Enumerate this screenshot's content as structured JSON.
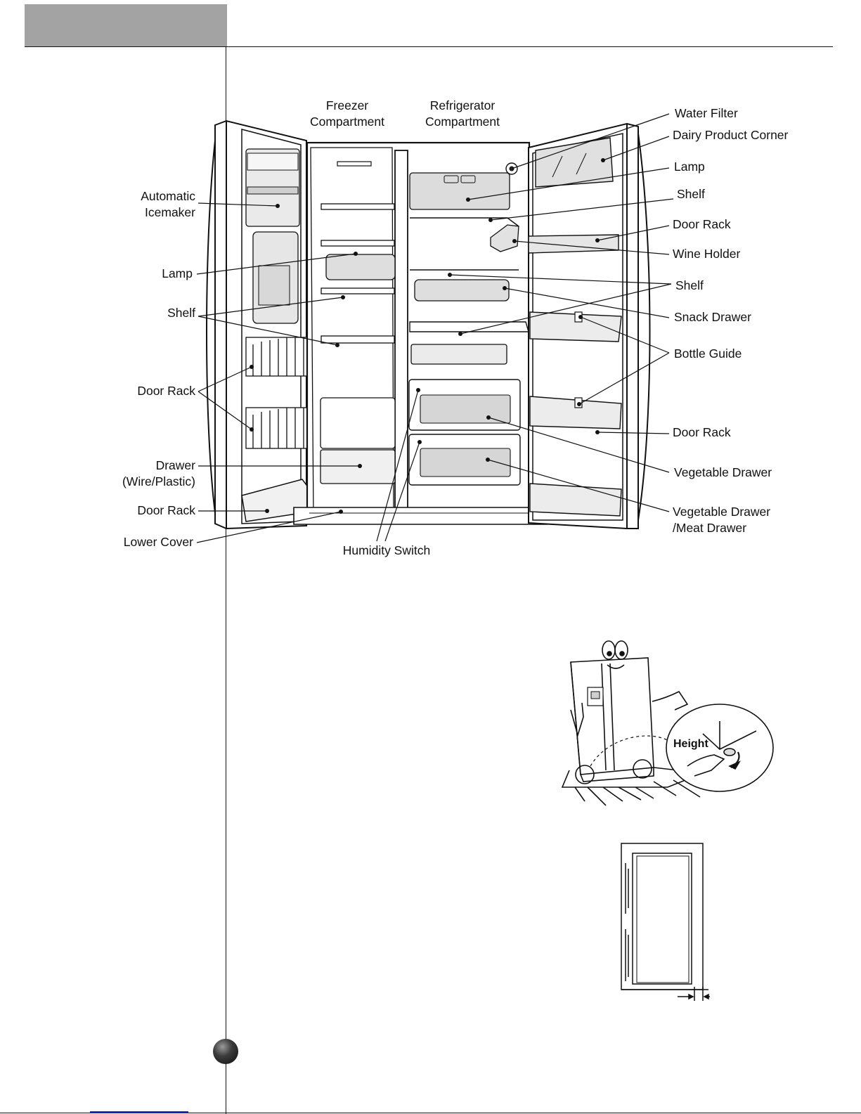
{
  "labels": {
    "freezer_line1": "Freezer",
    "freezer_line2": "Compartment",
    "refrigerator_line1": "Refrigerator",
    "refrigerator_line2": "Compartment",
    "automatic_line1": "Automatic",
    "automatic_line2": "Icemaker",
    "lamp_left": "Lamp",
    "shelf_left": "Shelf",
    "door_rack_left_upper": "Door Rack",
    "drawer_line1": "Drawer",
    "drawer_line2": "(Wire/Plastic)",
    "door_rack_left_lower": "Door Rack",
    "lower_cover": "Lower Cover",
    "humidity_switch": "Humidity Switch",
    "water_filter": "Water Filter",
    "dairy_product_corner": "Dairy Product Corner",
    "lamp_right": "Lamp",
    "shelf_right_upper": "Shelf",
    "door_rack_right_upper": "Door Rack",
    "wine_holder": "Wine Holder",
    "shelf_right_middle": "Shelf",
    "snack_drawer": "Snack Drawer",
    "bottle_guide": "Bottle Guide",
    "door_rack_right_lower": "Door Rack",
    "vegetable_drawer": "Vegetable Drawer",
    "vegetable_meat_line1": "Vegetable Drawer",
    "vegetable_meat_line2": "/Meat Drawer"
  },
  "height_illustration": {
    "label": "Height"
  },
  "colors": {
    "header_block": "#a3a3a3",
    "line": "#111111",
    "link_underline": "#2a34c8"
  }
}
